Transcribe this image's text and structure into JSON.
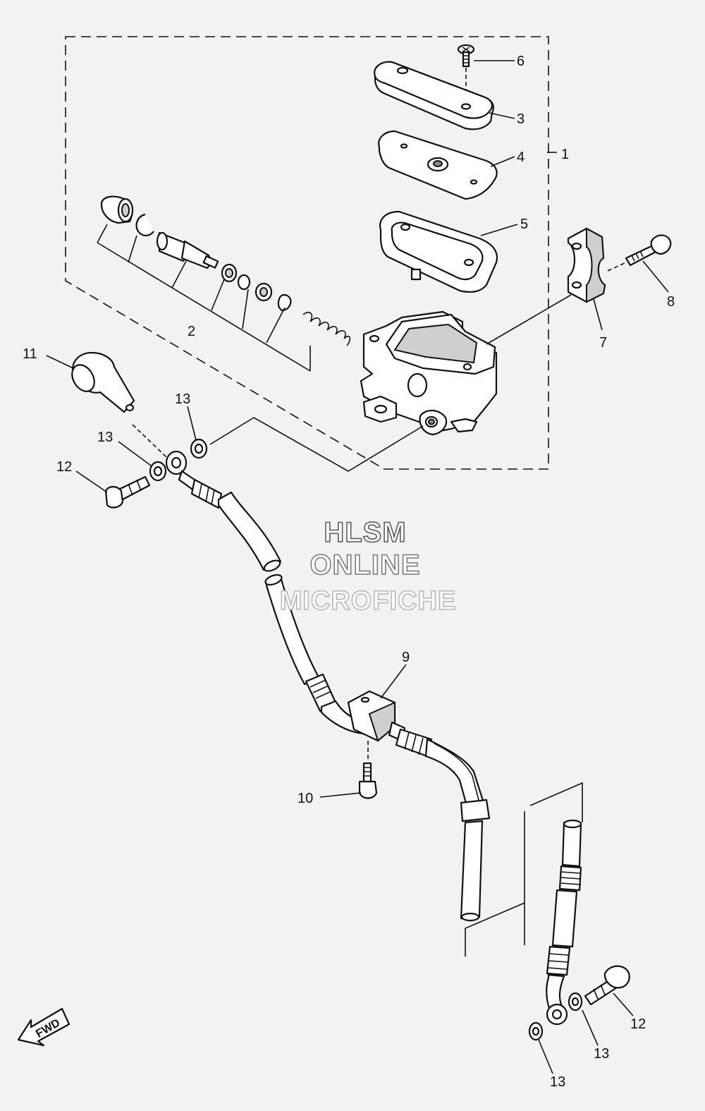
{
  "watermark": {
    "line1": "HLSM",
    "line2": "ONLINE",
    "line3": "MICROFICHE"
  },
  "orientation": {
    "arrow_label": "FWD"
  },
  "callouts": {
    "c1": "1",
    "c2": "2",
    "c3": "3",
    "c4": "4",
    "c5": "5",
    "c6": "6",
    "c7": "7",
    "c8": "8",
    "c9": "9",
    "c10": "10",
    "c11": "11",
    "c12a": "12",
    "c12b": "12",
    "c13a": "13",
    "c13b": "13",
    "c13c": "13",
    "c13d": "13"
  }
}
